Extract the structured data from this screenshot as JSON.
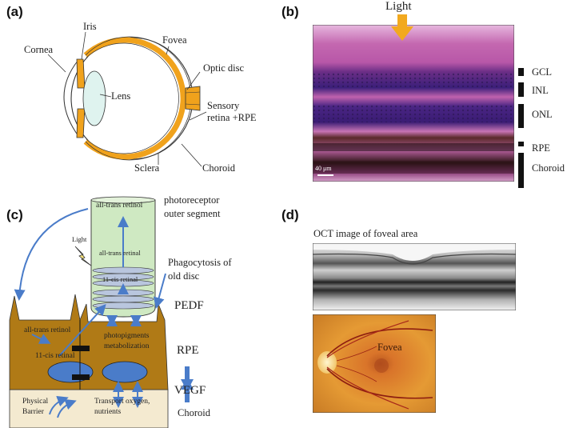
{
  "panels": {
    "a": {
      "tag": "(a)",
      "labels": {
        "iris": "Iris",
        "cornea": "Cornea",
        "lens": "Lens",
        "fovea": "Fovea",
        "optic_disc": "Optic disc",
        "sensory_retina_line1": "Sensory",
        "sensory_retina_line2": "retina +RPE",
        "sclera": "Sclera",
        "choroid": "Choroid"
      }
    },
    "b": {
      "tag": "(b)",
      "light": "Light",
      "scale_bar": "40 μm",
      "layers": [
        "GCL",
        "INL",
        "ONL",
        "RPE",
        "Choroid"
      ]
    },
    "c": {
      "tag": "(c)",
      "photoreceptor_line1": "photoreceptor",
      "photoreceptor_line2": "outer segment",
      "all_trans_retinol_top": "all-trans retinol",
      "light": "Light",
      "all_trans_retinal": "all-trans retinal",
      "eleven_cis_retinal_disc": "11-cis retinal",
      "phagocytosis_line1": "Phagocytosis of",
      "phagocytosis_line2": "old disc",
      "all_trans_retinol_rpe": "all-trans retinol",
      "eleven_cis_retinal_rpe": "11-cis retinal",
      "photopigments": "photopigments",
      "metabolization": "metabolization",
      "pedf": "PEDF",
      "rpe": "RPE",
      "vegf": "VEGF",
      "physical_line1": "Physical",
      "physical_line2": "Barrier",
      "transport_line1": "Transport oxygen,",
      "transport_line2": "nutrients",
      "choroid": "Choroid"
    },
    "d": {
      "tag": "(d)",
      "oct_title": "OCT image of foveal area",
      "fovea": "Fovea"
    }
  },
  "colors": {
    "orange": "#f0a21c",
    "rpe_brown": "#b07a16",
    "choroid_cream": "#f4ead0",
    "outer_segment_green": "#cfe9c2",
    "arrow_blue": "#4a7cc9",
    "histology_pink": "#c45ea8",
    "fundus_orange": "#d98a2a"
  }
}
